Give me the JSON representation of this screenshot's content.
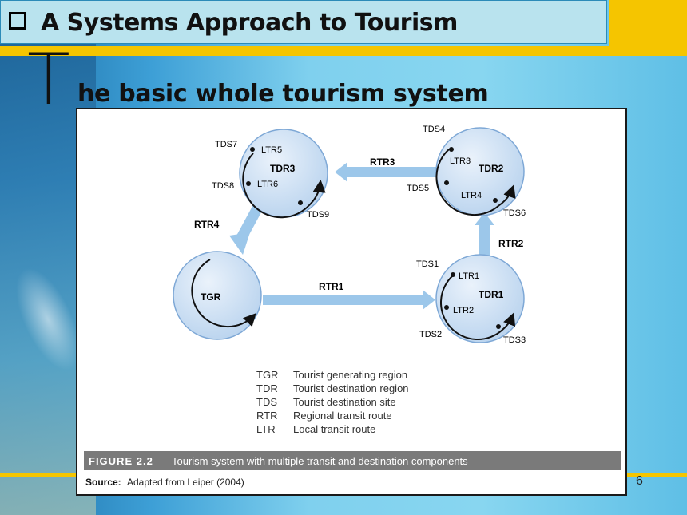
{
  "slide": {
    "title": "A Systems Approach to Tourism",
    "subtitle_initial": "T",
    "subtitle_rest": "he basic whole tourism system",
    "page_number": "6"
  },
  "colors": {
    "title_bar": "#b9e3ee",
    "accent_yellow": "#f5c500",
    "arrow_blue": "#8fc0e6",
    "circle_fill": "#cfe1f3",
    "caption_bar": "#7a7a7a"
  },
  "diagram": {
    "regions": {
      "tgr": "TGR",
      "tdr1": "TDR1",
      "tdr2": "TDR2",
      "tdr3": "TDR3"
    },
    "routes": {
      "rtr1": "RTR1",
      "rtr2": "RTR2",
      "rtr3": "RTR3",
      "rtr4": "RTR4"
    },
    "sites": {
      "tds1": "TDS1",
      "tds2": "TDS2",
      "tds3": "TDS3",
      "tds4": "TDS4",
      "tds5": "TDS5",
      "tds6": "TDS6",
      "tds7": "TDS7",
      "tds8": "TDS8",
      "tds9": "TDS9"
    },
    "local_routes": {
      "ltr1": "LTR1",
      "ltr2": "LTR2",
      "ltr3": "LTR3",
      "ltr4": "LTR4",
      "ltr5": "LTR5",
      "ltr6": "LTR6"
    },
    "legend": [
      {
        "abbr": "TGR",
        "text": "Tourist generating region"
      },
      {
        "abbr": "TDR",
        "text": "Tourist destination region"
      },
      {
        "abbr": "TDS",
        "text": "Tourist destination site"
      },
      {
        "abbr": "RTR",
        "text": "Regional transit route"
      },
      {
        "abbr": "LTR",
        "text": "Local transit route"
      }
    ],
    "caption": {
      "figure_label": "FIGURE 2.2",
      "text": "Tourism system with multiple transit and destination components"
    },
    "source": {
      "label": "Source:",
      "text": "Adapted from Leiper (2004)"
    }
  }
}
